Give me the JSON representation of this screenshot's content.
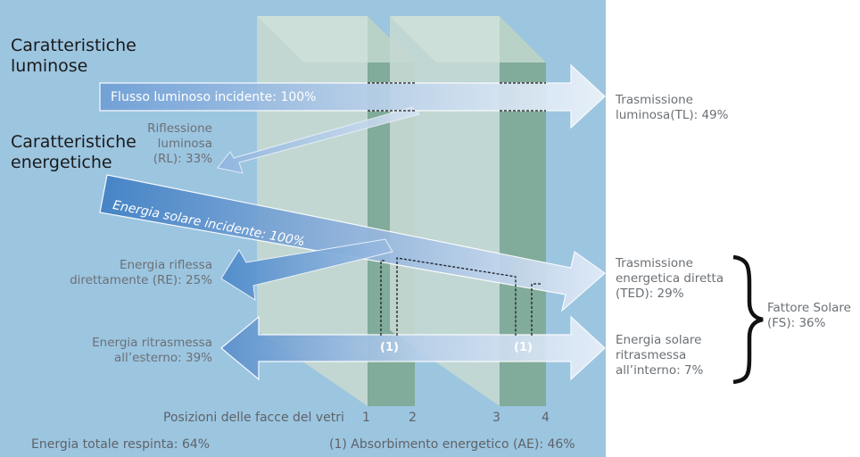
{
  "headings": {
    "luminous": [
      "Caratteristiche",
      "luminose"
    ],
    "energetic": [
      "Caratteristiche",
      "energetiche"
    ]
  },
  "arrows": {
    "light_incident": "Flusso luminoso incidente: 100%",
    "solar_incident": "Energia solare incidente: 100%"
  },
  "labels": {
    "light_reflection": [
      "Riflessione",
      "luminosa",
      "(RL): 33%"
    ],
    "light_transmission": [
      "Trasmissione",
      "luminosa(TL): 49%"
    ],
    "energy_reflected": [
      "Energia riflessa",
      "direttamente (RE): 25%"
    ],
    "energy_reemitted_out": [
      "Energia ritrasmessa",
      "all’esterno: 39%"
    ],
    "direct_energy_transmission": [
      "Trasmissione",
      "energetica diretta",
      "(TED): 29%"
    ],
    "energy_reemitted_in": [
      "Energia solare",
      "ritrasmessa",
      "all’interno: 7%"
    ],
    "solar_factor": [
      "Fattore Solare",
      "(FS): 36%"
    ]
  },
  "absorption_marker": "(1)",
  "faces": {
    "caption": "Posizioni delle facce del vetri",
    "numbers": [
      "1",
      "2",
      "3",
      "4"
    ]
  },
  "footer": {
    "total_rejected": "Energia totale respinta: 64%",
    "absorption": "(1) Absorbimento energetico (AE): 46%"
  },
  "colors": {
    "background": "#9cc5e0",
    "glass_front": "#c5d8d1",
    "glass_edge": "#7fa894",
    "arrow_light": "#dfeaf6",
    "arrow_strong": "#3f7fc4",
    "heading_text": "#1a1a1a",
    "label_text": "#6b7075"
  }
}
